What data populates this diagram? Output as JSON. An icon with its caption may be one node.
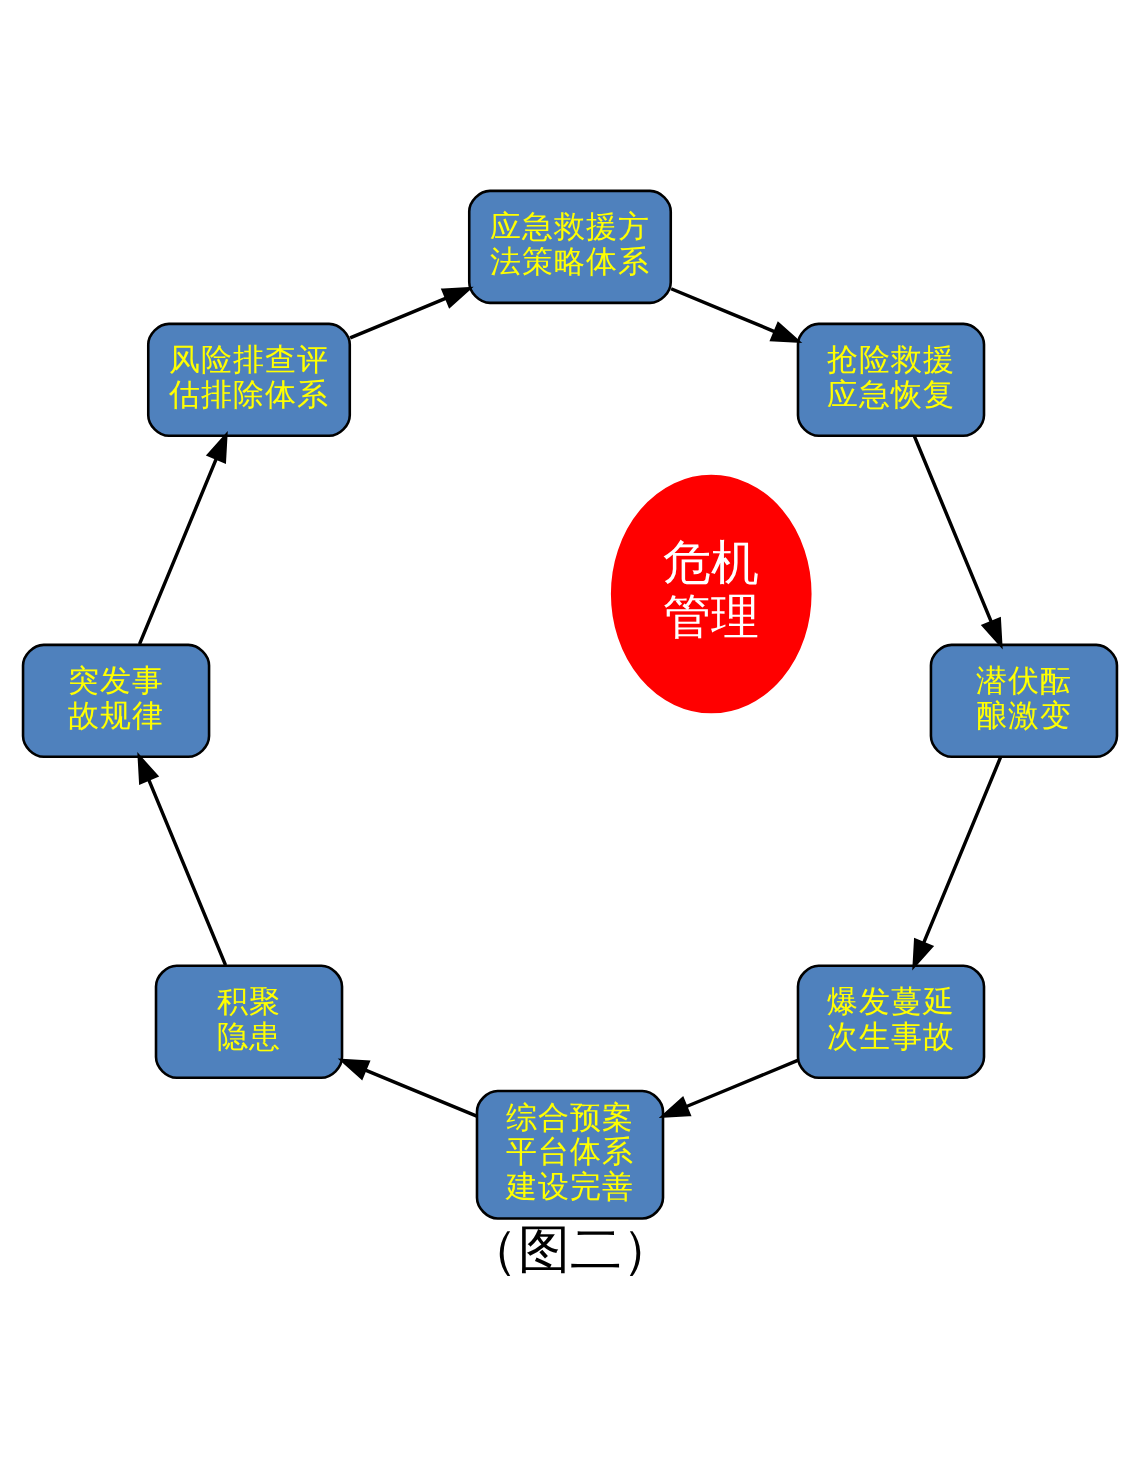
{
  "diagram": {
    "caption": "（图二）",
    "nodes": [
      {
        "text": [
          "危机管理"
        ]
      },
      {
        "text": [
          "风险排查评估排除体系"
        ]
      },
      {
        "text": [
          "应急救援方法策略体系"
        ]
      },
      {
        "text": [
          "抢险救援应急恢复"
        ]
      },
      {
        "text": [
          "潜伏酝酿激变"
        ]
      },
      {
        "text": [
          "爆发蔓延次生事故"
        ]
      },
      {
        "text": [
          "综合预案平台体系建设完善"
        ]
      },
      {
        "text": [
          "积聚隐患"
        ]
      },
      {
        "text": [
          "突发事故规律"
        ]
      }
    ],
    "edges": [
      {
        "from": 1,
        "to": 2,
        "arrow": "to"
      },
      {
        "from": 2,
        "to": 3,
        "arrow": "to"
      },
      {
        "from": 3,
        "to": 4,
        "arrow": "to"
      },
      {
        "from": 4,
        "to": 5,
        "arrow": "to"
      },
      {
        "from": 5,
        "to": 6,
        "arrow": "to"
      },
      {
        "from": 6,
        "to": 7,
        "arrow": "to"
      },
      {
        "from": 7,
        "to": 8,
        "arrow": "to"
      },
      {
        "from": 8,
        "to": 1,
        "arrow": "to"
      }
    ]
  }
}
